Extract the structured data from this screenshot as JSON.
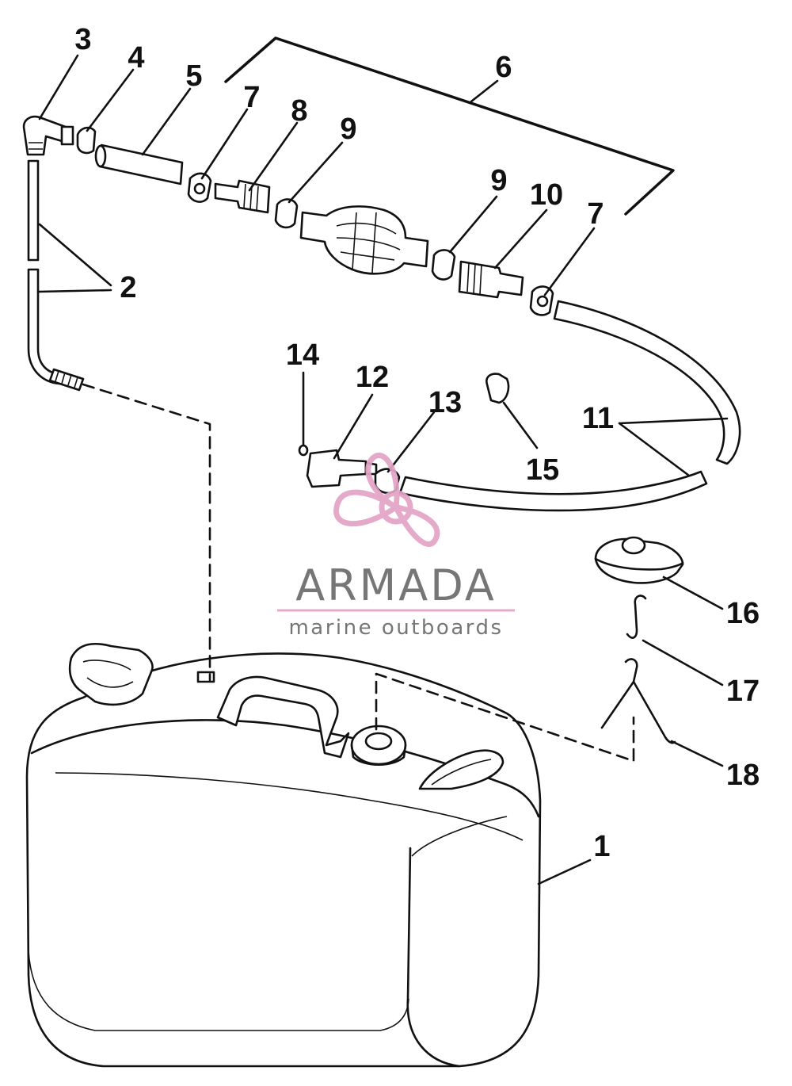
{
  "callouts": [
    "1",
    "2",
    "3",
    "4",
    "5",
    "6",
    "7",
    "7",
    "8",
    "9",
    "9",
    "10",
    "11",
    "12",
    "13",
    "14",
    "15",
    "16",
    "17",
    "18"
  ],
  "watermark": {
    "title": "ARMADA",
    "subtitle": "marine outboards",
    "title_color": "#6b6b6b",
    "accent_color": "#e3a3c6"
  },
  "icons": [
    "propeller-logo-icon"
  ]
}
